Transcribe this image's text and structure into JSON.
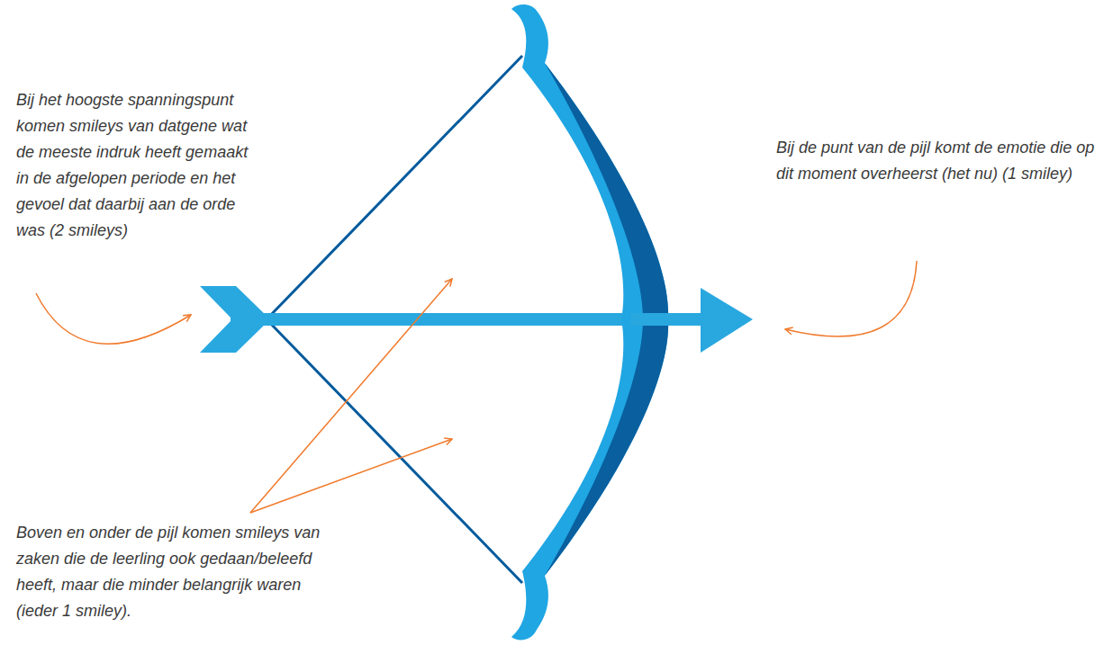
{
  "diagram": {
    "labels": [
      "Bij het hoogste spanningspunt komen smileys van datgene wat de meeste indruk heeft gemaakt in de afgelopen periode en het gevoel dat daarbij aan de orde was (2 smileys)",
      "Bij de punt van de pijl komt de emotie die op dit moment overheerst (het nu) (1 smiley)",
      "Boven en onder de pijl komen smileys van zaken die de leerling ook gedaan/beleefd heeft, maar die minder belangrijk waren (ieder 1 smiley)."
    ]
  }
}
